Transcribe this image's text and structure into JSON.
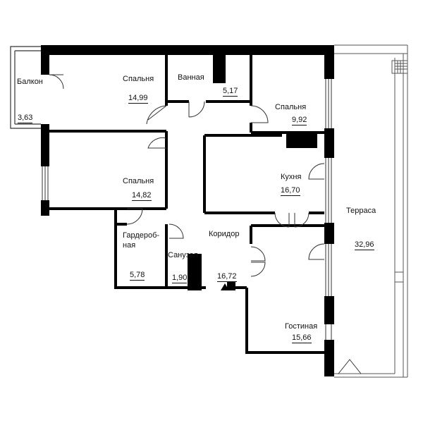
{
  "rooms": {
    "balcony": {
      "name": "Балкон",
      "area": "3,63"
    },
    "bedroom1": {
      "name": "Спальня",
      "area": "14,99"
    },
    "bathroom": {
      "name": "Ванная",
      "area": "5,17"
    },
    "bedroom2": {
      "name": "Спальня",
      "area": "9,92"
    },
    "bedroom3": {
      "name": "Спальня",
      "area": "14,82"
    },
    "kitchen": {
      "name": "Кухня",
      "area": "16,70"
    },
    "terrace": {
      "name": "Терраса",
      "area": "32,96"
    },
    "wardrobe": {
      "name_line1": "Гардероб-",
      "name_line2": "ная",
      "area": "5,78"
    },
    "toilet": {
      "name": "Санузел",
      "area": "1,90"
    },
    "corridor": {
      "name": "Коридор",
      "area": "16,72"
    },
    "living": {
      "name": "Гостиная",
      "area": "15,66"
    }
  },
  "colors": {
    "wall": "#000000",
    "thin_line": "#444444",
    "background": "#ffffff"
  }
}
